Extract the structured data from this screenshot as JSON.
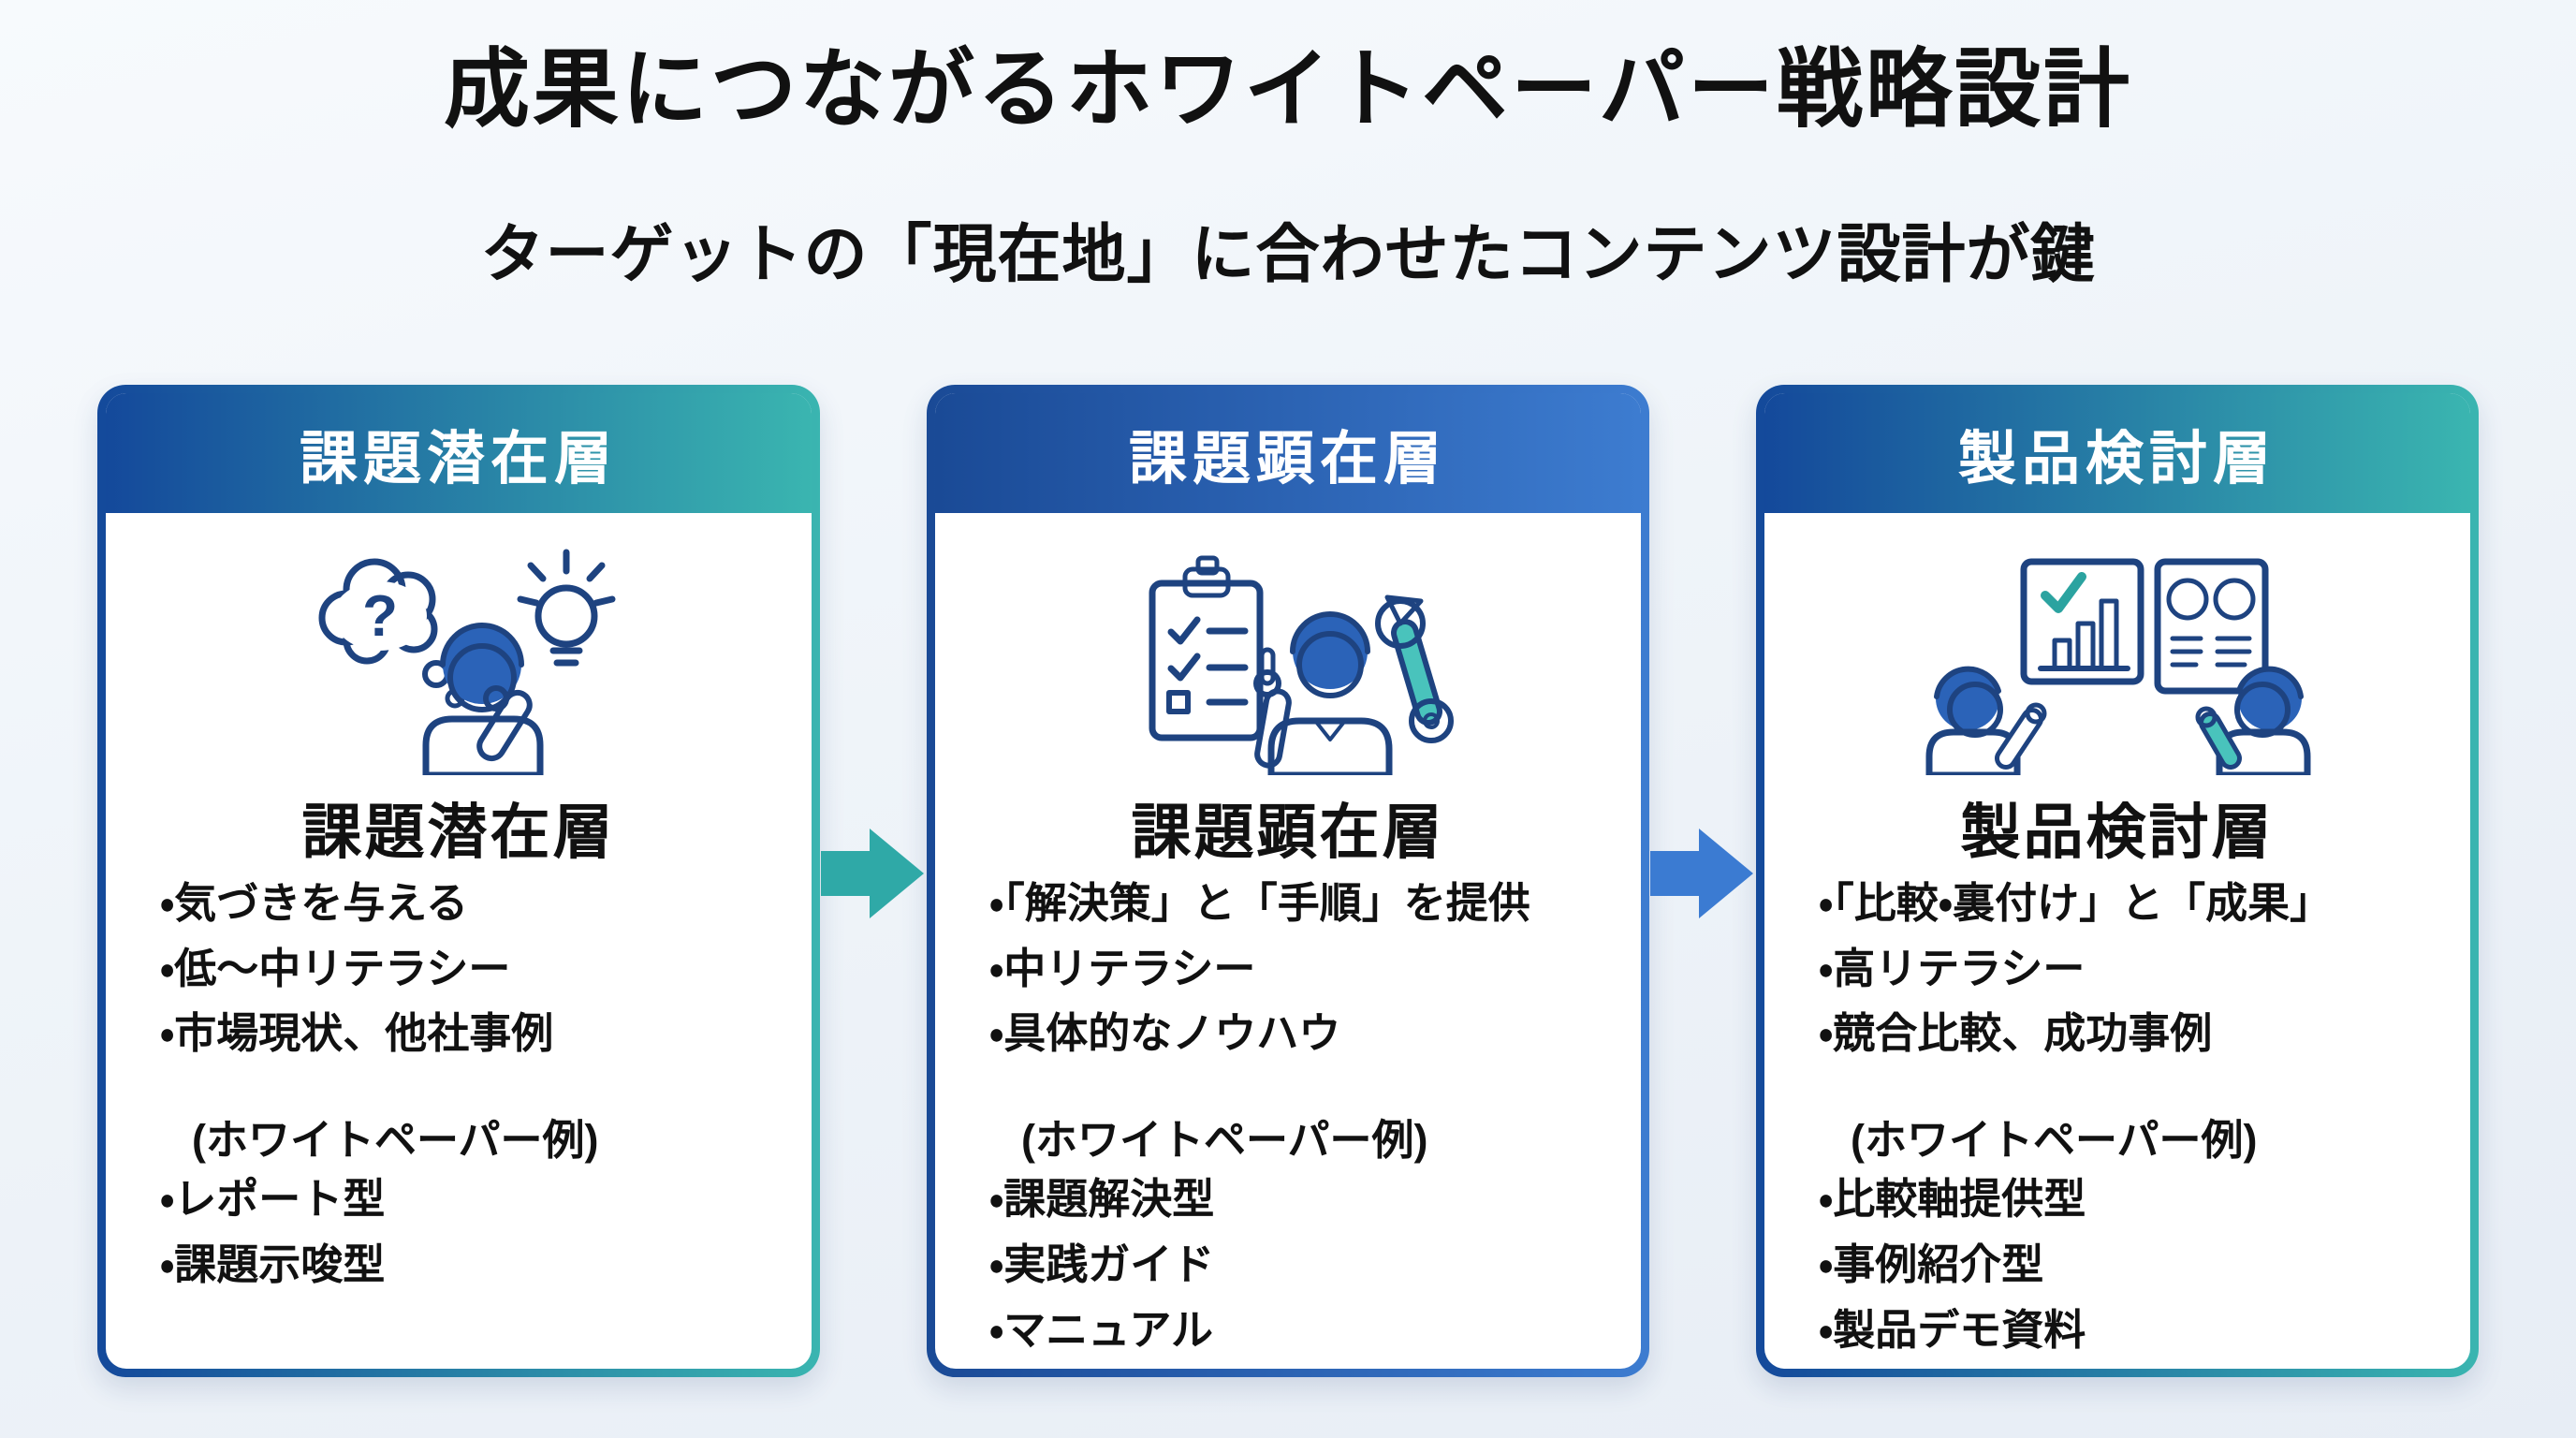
{
  "page": {
    "title": "成果につながるホワイトペーパー戦略設計",
    "subtitle": "ターゲットの「現在地」に合わせたコンテンツ設計が鍵"
  },
  "colors": {
    "accent_blue_dark": "#14499b",
    "accent_blue_mid": "#3d7cd0",
    "accent_teal": "#3ab5b0",
    "icon_teal": "#49c3bc",
    "icon_blue": "#2b63b8",
    "icon_outline_navy": "#1e4380",
    "arrow_teal": "#2fa9a7",
    "arrow_blue": "#3b7bd2",
    "text": "#111111",
    "card_bg": "#ffffff",
    "page_bg": "#eff4f9"
  },
  "cards": [
    {
      "header": "課題潜在層",
      "icon": "thinking-person-idea-icon",
      "heading": "課題潜在層",
      "bullets": [
        "・気づきを与える",
        "・低〜中リテラシー",
        "・市場現状、他社事例"
      ],
      "example_label": "(ホワイトペーパー例)",
      "examples": [
        "・レポート型",
        "・課題示唆型"
      ]
    },
    {
      "header": "課題顕在層",
      "icon": "checklist-person-wrench-icon",
      "heading": "課題顕在層",
      "bullets": [
        "・「解決策」と「手順」を提供",
        "・中リテラシー",
        "・具体的なノウハウ"
      ],
      "example_label": "(ホワイトペーパー例)",
      "examples": [
        "・課題解決型",
        "・実践ガイド",
        "・マニュアル"
      ]
    },
    {
      "header": "製品検討層",
      "icon": "comparison-discussion-icon",
      "heading": "製品検討層",
      "bullets": [
        "・「比較・裏付け」と「成果」",
        "・高リテラシー",
        "・競合比較、成功事例"
      ],
      "example_label": "(ホワイトペーパー例)",
      "examples": [
        "・比較軸提供型",
        "・事例紹介型",
        "・製品デモ資料"
      ]
    }
  ],
  "arrows": [
    {
      "name": "flow-arrow-1",
      "color": "#2fa9a7"
    },
    {
      "name": "flow-arrow-2",
      "color": "#3b7bd2"
    }
  ]
}
